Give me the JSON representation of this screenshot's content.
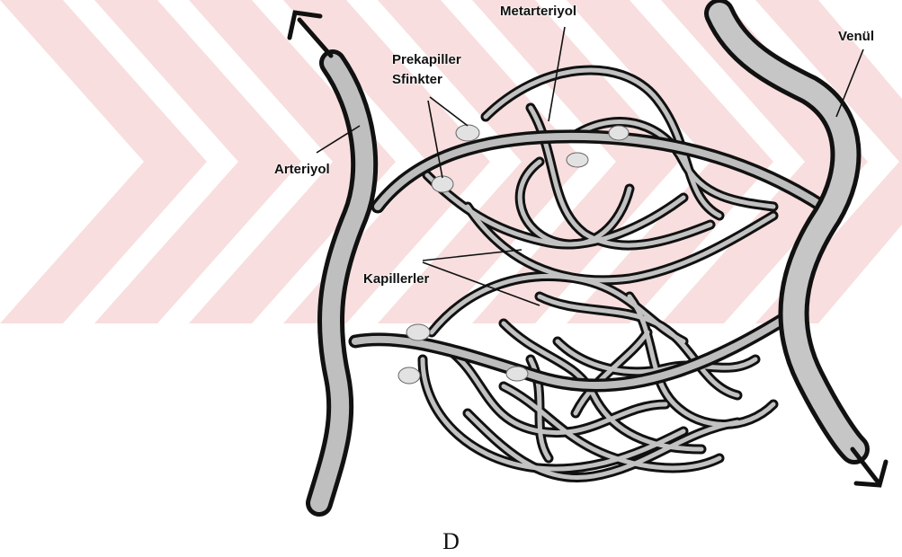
{
  "labels": {
    "metarteriole": "Metarteriyol",
    "precapillary_line1": "Prekapiller",
    "precapillary_line2": "Sfinkter",
    "arteriole": "Arteriyol",
    "venule": "Venül",
    "capillaries": "Kapillerler"
  },
  "caption": "D",
  "colors": {
    "watermark": "#f7dede",
    "vessel_dark": "#111111",
    "vessel_light": "#bdbdbd",
    "sphincter": "#d9d9d9"
  },
  "icons": [
    "arrow-in-icon",
    "arrow-out-icon"
  ]
}
